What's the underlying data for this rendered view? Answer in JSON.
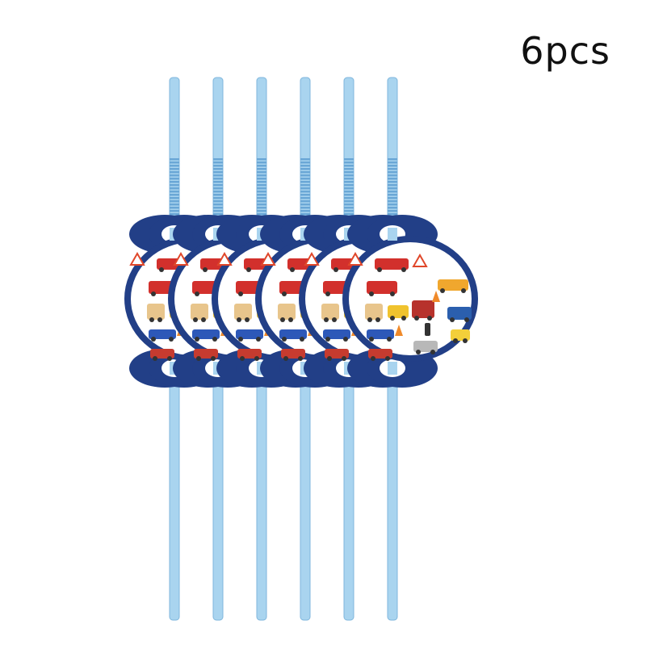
{
  "product": {
    "quantity_label": "6pcs",
    "item_count": 6,
    "item_type": "drinking-straw-with-card",
    "theme": "vehicles",
    "card_artwork": [
      "double-decker-bus-icon",
      "warning-sign-icon",
      "fire-truck-icon",
      "dump-truck-icon",
      "monster-truck-icon",
      "forklift-icon",
      "tractor-icon",
      "police-car-icon",
      "traffic-cone-icon",
      "traffic-light-icon",
      "cement-mixer-icon",
      "road-roller-icon"
    ]
  },
  "colors": {
    "straw": "#a9d4ef",
    "straw_edge": "#7fb6dc",
    "straw_ribbed": "#6aa7d6",
    "card_border": "#223f87",
    "card_face": "#ffffff",
    "label_text": "#111111"
  }
}
